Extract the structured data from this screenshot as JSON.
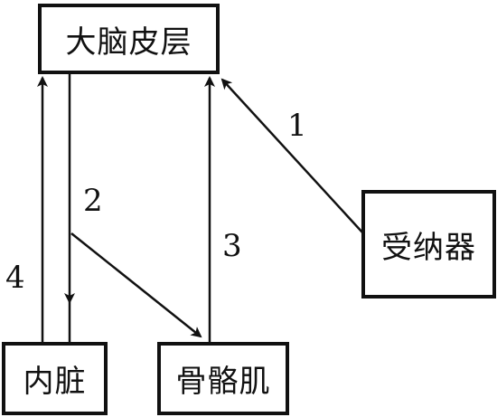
{
  "nodes": {
    "cortex": "大脑皮层",
    "receptor": "受纳器",
    "viscera": "内脏",
    "muscle": "骨骼肌"
  },
  "pathway_labels": {
    "p1": "1",
    "p2": "2",
    "p3": "3",
    "p4": "4"
  },
  "edges": [
    {
      "from": "receptor",
      "to": "cortex",
      "label": "1"
    },
    {
      "from": "cortex",
      "to": "muscle",
      "label": "2"
    },
    {
      "from": "cortex",
      "to": "viscera",
      "label": "2"
    },
    {
      "from": "muscle",
      "to": "cortex",
      "label": "3"
    },
    {
      "from": "viscera",
      "to": "cortex",
      "label": "4"
    }
  ],
  "colors": {
    "line": "#111111",
    "background": "#ffffff"
  }
}
